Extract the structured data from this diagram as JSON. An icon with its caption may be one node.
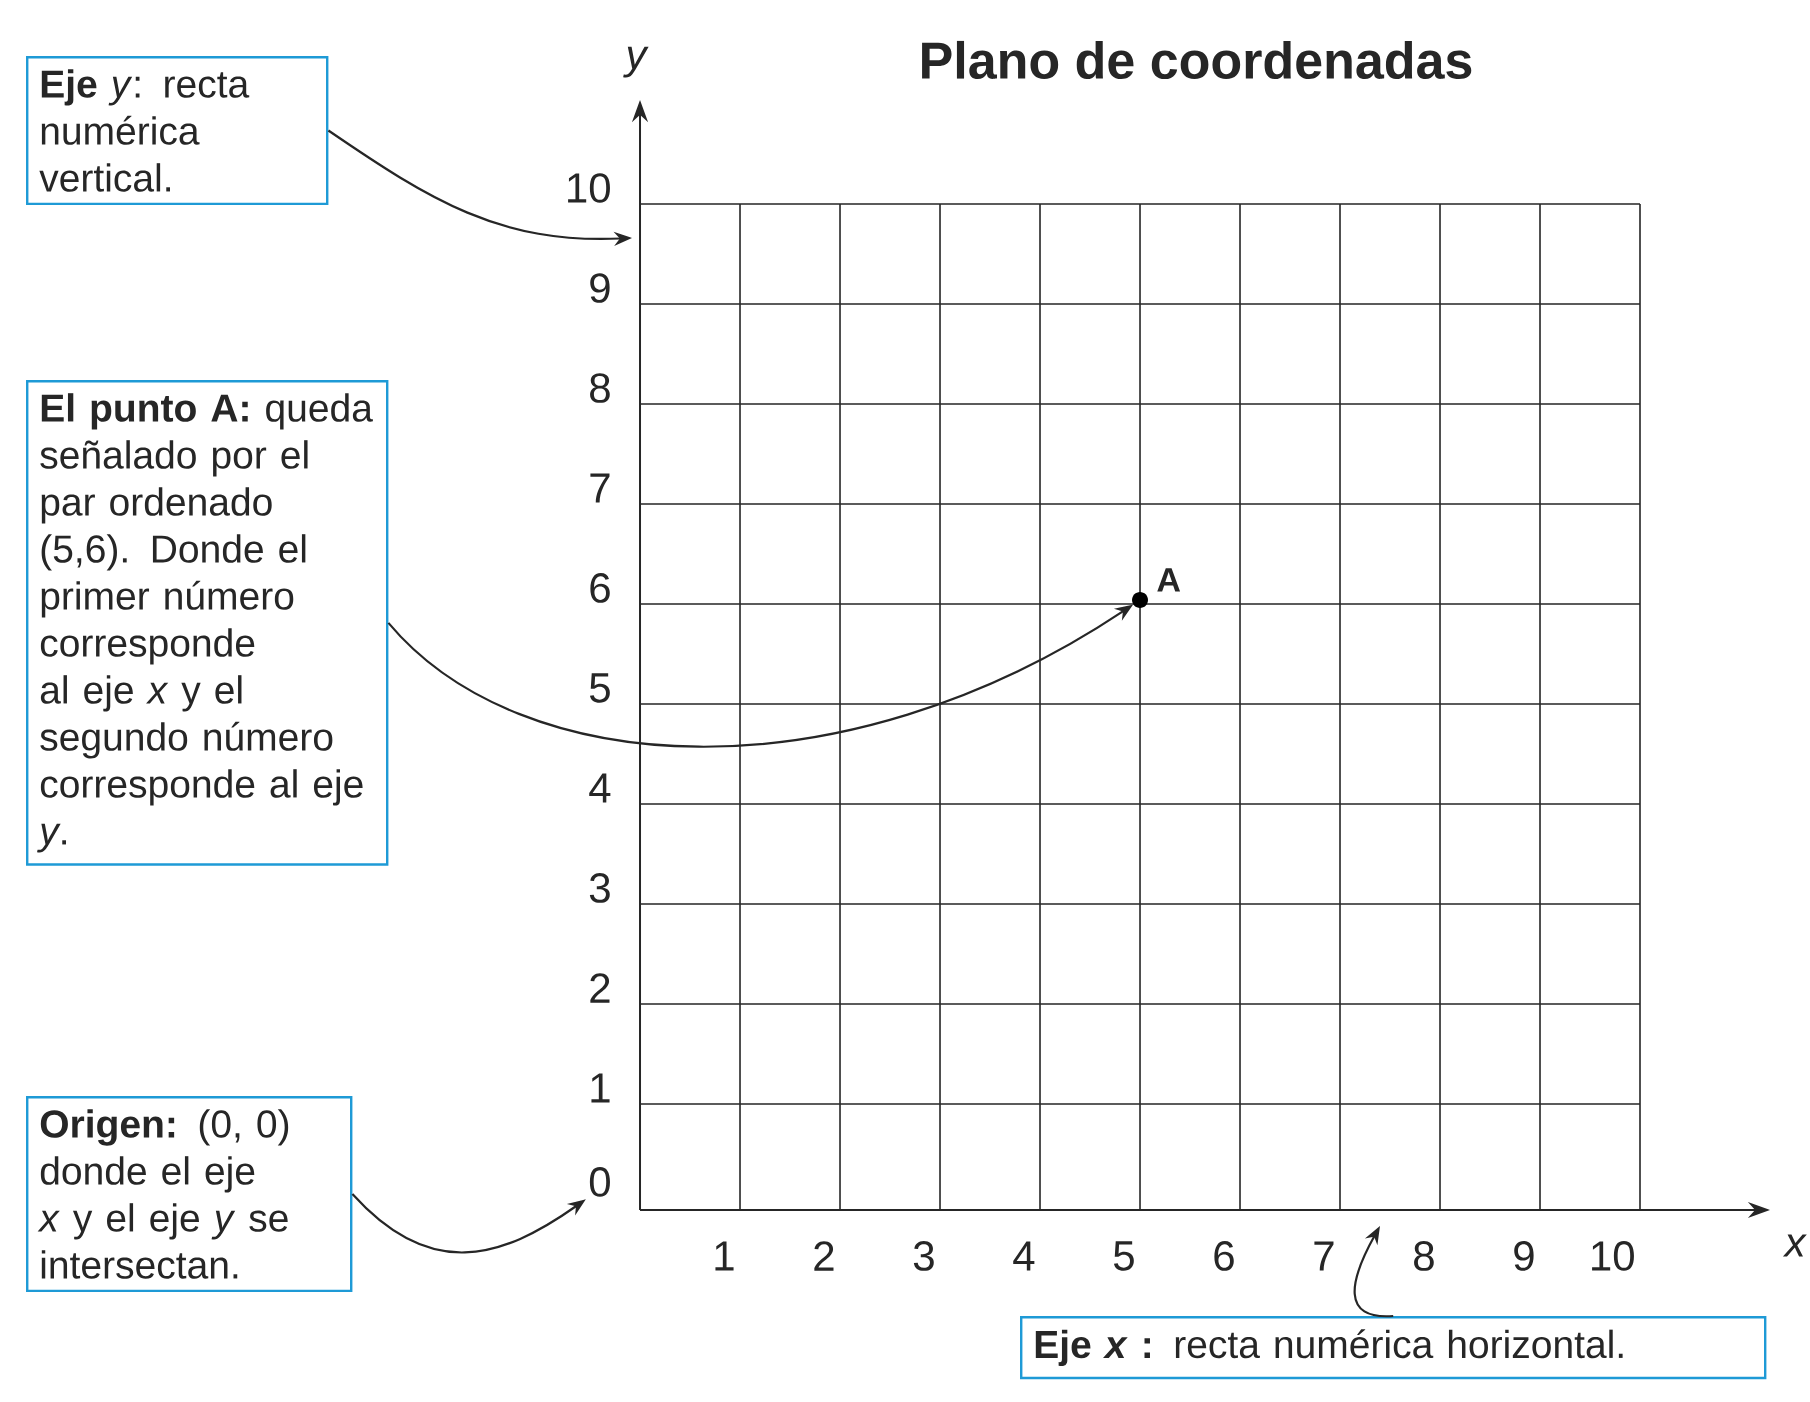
{
  "diagram": {
    "title": "Plano de coordenadas",
    "nodes": [
      {
        "text": [
          "**Eje** *y*: recta numérica vertical."
        ]
      },
      {
        "text": [
          "**El punto A:** queda señalado por el par ordenado (5,6). Donde el primer número corresponde al eje *x* y el segundo número corresponde al eje *y*."
        ]
      },
      {
        "text": [
          "**Origen:** (0, 0) donde el eje *x* y el eje *y* se intersectan."
        ]
      },
      {
        "text": [
          "**Eje *x* :** recta numérica horizontal."
        ]
      },
      {
        "text": [],
        "shape": "circle",
        "beside": [
          "A"
        ]
      },
      {
        "text": [
          "0"
        ]
      }
    ],
    "edges": [
      {
        "from": 0,
        "to": null,
        "arrow": "to"
      },
      {
        "from": 1,
        "to": 4,
        "arrow": "to"
      },
      {
        "from": 2,
        "to": 5,
        "arrow": "to"
      },
      {
        "from": 3,
        "to": null,
        "arrow": "to"
      }
    ],
    "labels": [
      "y",
      "10",
      "9",
      "8",
      "7",
      "6",
      "5",
      "4",
      "3",
      "2",
      "1",
      "1",
      "2",
      "3",
      "4",
      "5",
      "6",
      "7",
      "8",
      "9",
      "10",
      "x"
    ]
  }
}
